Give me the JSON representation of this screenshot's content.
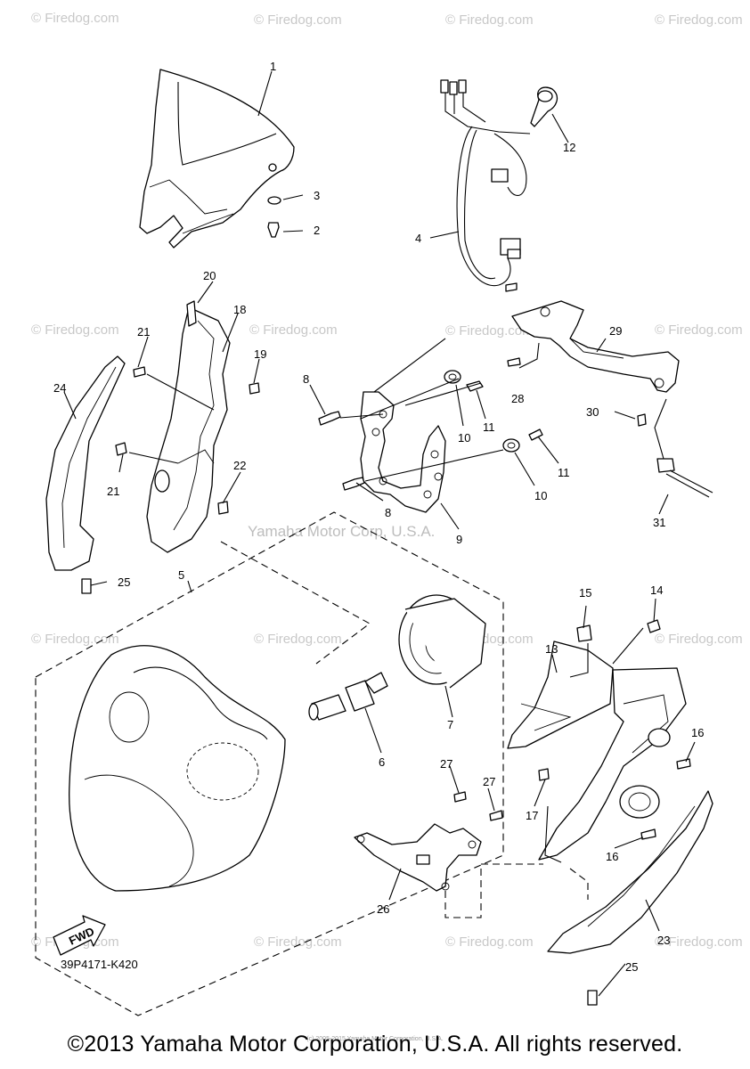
{
  "watermark_text": "© Firedog.com",
  "center_watermark": "Yamaha Motor Corp, U.S.A.",
  "diagram_code": "39P4171-K420",
  "fwd_label": "FWD",
  "fine_print": "(c) 2005-2015 Yamaha Motor Corporation, U.S.A.",
  "copyright": "©2013 Yamaha Motor Corporation, U.S.A. All rights reserved.",
  "callouts": [
    "1",
    "2",
    "3",
    "4",
    "5",
    "6",
    "7",
    "8",
    "8",
    "9",
    "10",
    "10",
    "11",
    "11",
    "12",
    "13",
    "14",
    "15",
    "16",
    "16",
    "17",
    "18",
    "19",
    "20",
    "21",
    "21",
    "22",
    "23",
    "24",
    "25",
    "25",
    "26",
    "27",
    "27",
    "28",
    "29",
    "30",
    "31"
  ]
}
